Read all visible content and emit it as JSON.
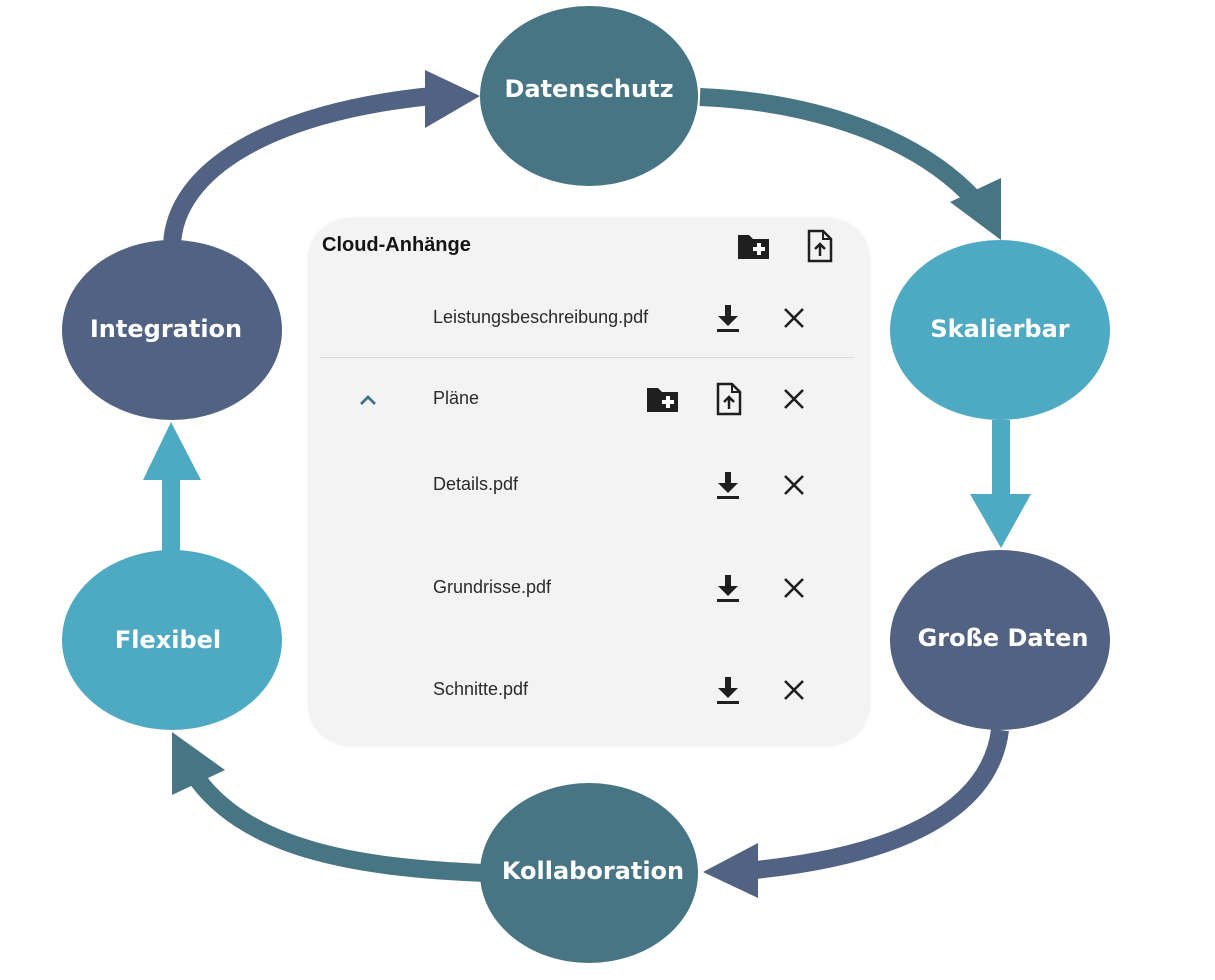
{
  "cycle": {
    "nodes": [
      {
        "label": "Datenschutz",
        "color": "#477584"
      },
      {
        "label": "Skalierbar",
        "color": "#4eaac3"
      },
      {
        "label": "Große Daten",
        "color": "#526283"
      },
      {
        "label": "Kollaboration",
        "color": "#477584"
      },
      {
        "label": "Flexibel",
        "color": "#4eaac3"
      },
      {
        "label": "Integration",
        "color": "#526283"
      }
    ]
  },
  "panel": {
    "title": "Cloud-Anhänge",
    "header_actions": [
      "new-folder-icon",
      "upload-file-icon"
    ],
    "files": [
      {
        "name": "Leistungsbeschreibung.pdf",
        "actions": [
          "download-icon",
          "close-icon"
        ]
      }
    ],
    "folder": {
      "name": "Pläne",
      "expanded": true,
      "actions": [
        "new-folder-icon",
        "upload-file-icon",
        "close-icon"
      ],
      "files": [
        {
          "name": "Details.pdf",
          "actions": [
            "download-icon",
            "close-icon"
          ]
        },
        {
          "name": "Grundrisse.pdf",
          "actions": [
            "download-icon",
            "close-icon"
          ]
        },
        {
          "name": "Schnitte.pdf",
          "actions": [
            "download-icon",
            "close-icon"
          ]
        }
      ]
    }
  }
}
